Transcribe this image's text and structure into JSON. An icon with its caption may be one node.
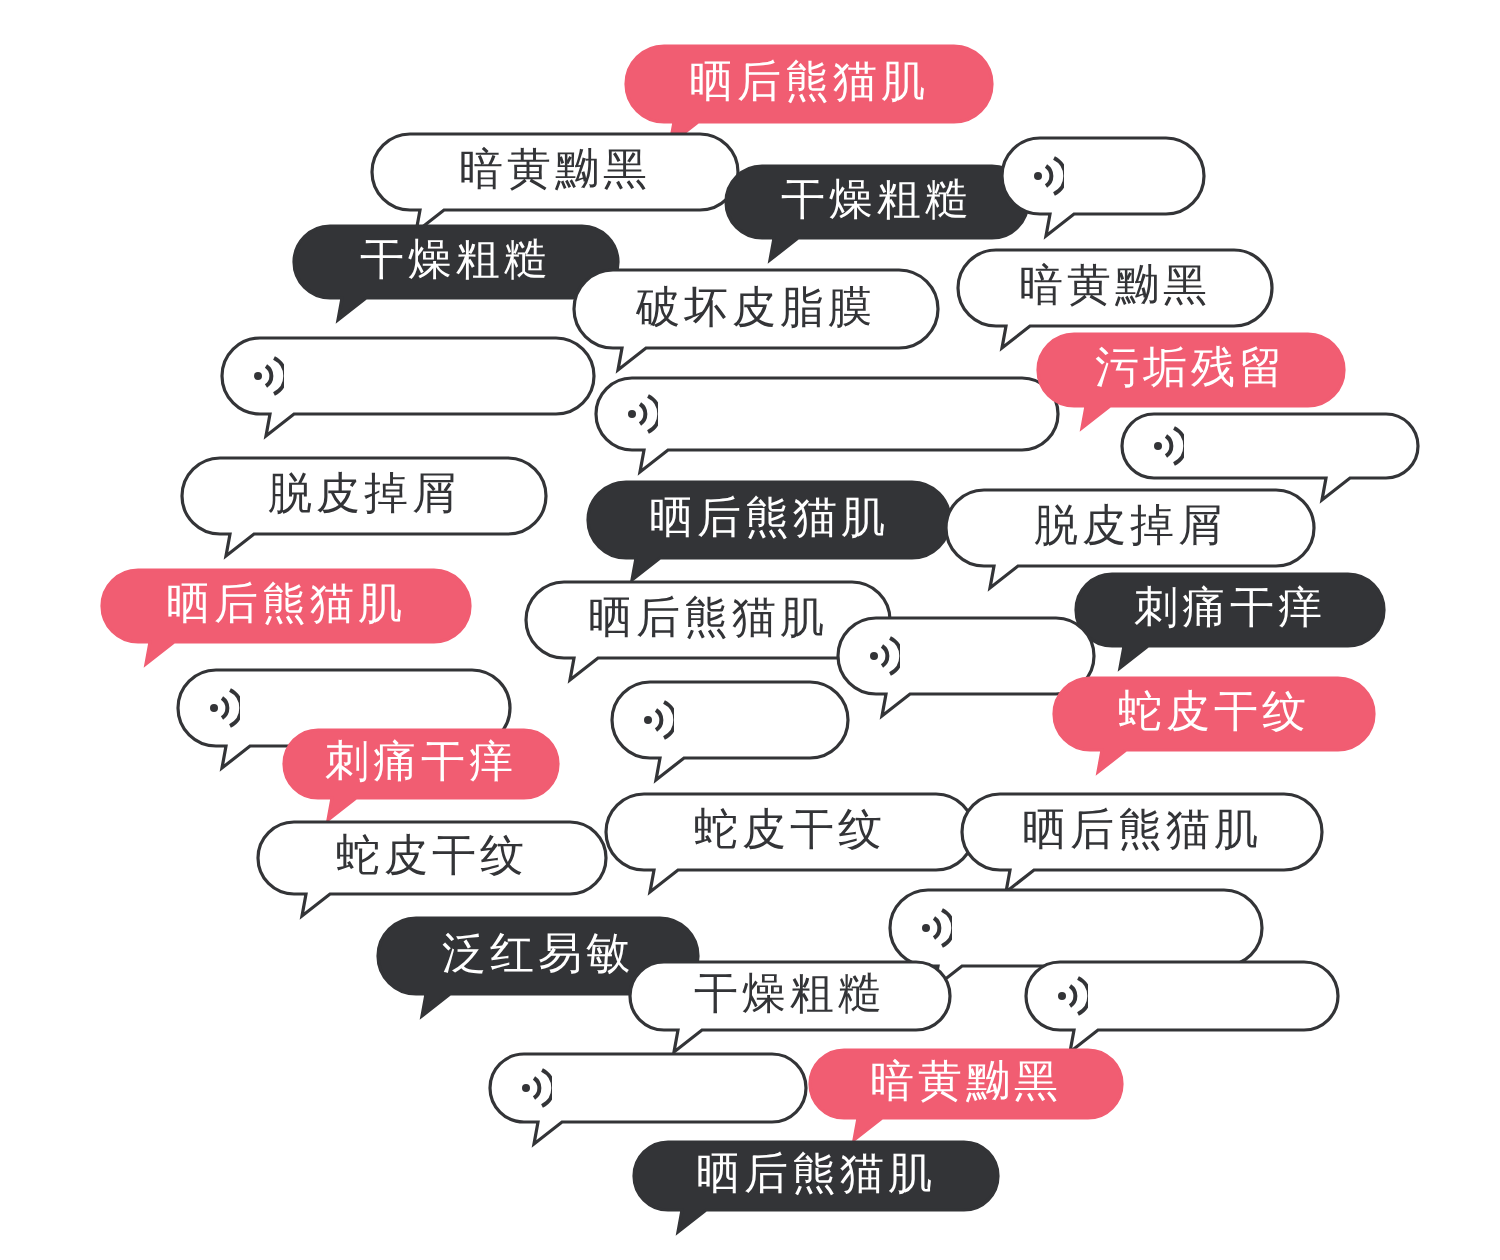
{
  "diagram": {
    "nodes": [
      {
        "text": [
          "晒后熊猫肌"
        ]
      },
      {
        "text": [
          "暗黄黝黑"
        ]
      },
      {
        "text": [
          "干燥粗糙"
        ]
      },
      {
        "text": [],
        "shape": "bubble"
      },
      {
        "text": [
          "干燥粗糙"
        ]
      },
      {
        "text": [
          "破坏皮脂膜"
        ]
      },
      {
        "text": [
          "暗黄黝黑"
        ]
      },
      {
        "text": [],
        "shape": "bubble"
      },
      {
        "text": [],
        "shape": "bubble"
      },
      {
        "text": [
          "污垢残留"
        ]
      },
      {
        "text": [],
        "shape": "bubble"
      },
      {
        "text": [
          "脱皮掉屑"
        ]
      },
      {
        "text": [
          "晒后熊猫肌"
        ]
      },
      {
        "text": [
          "脱皮掉屑"
        ]
      },
      {
        "text": [
          "晒后熊猫肌"
        ]
      },
      {
        "text": [
          "晒后熊猫肌"
        ]
      },
      {
        "text": [
          "刺痛干痒"
        ]
      },
      {
        "text": [],
        "shape": "bubble"
      },
      {
        "text": [],
        "shape": "bubble"
      },
      {
        "text": [],
        "shape": "bubble"
      },
      {
        "text": [
          "蛇皮干纹"
        ]
      },
      {
        "text": [
          "刺痛干痒"
        ]
      },
      {
        "text": [
          "蛇皮干纹"
        ]
      },
      {
        "text": [
          "晒后熊猫肌"
        ]
      },
      {
        "text": [
          "蛇皮干纹"
        ]
      },
      {
        "text": [],
        "shape": "bubble"
      },
      {
        "text": [
          "泛红易敏"
        ]
      },
      {
        "text": [
          "干燥粗糙"
        ]
      },
      {
        "text": [],
        "shape": "bubble"
      },
      {
        "text": [],
        "shape": "bubble"
      },
      {
        "text": [
          "暗黄黝黑"
        ]
      },
      {
        "text": [
          "晒后熊猫肌"
        ]
      }
    ]
  }
}
